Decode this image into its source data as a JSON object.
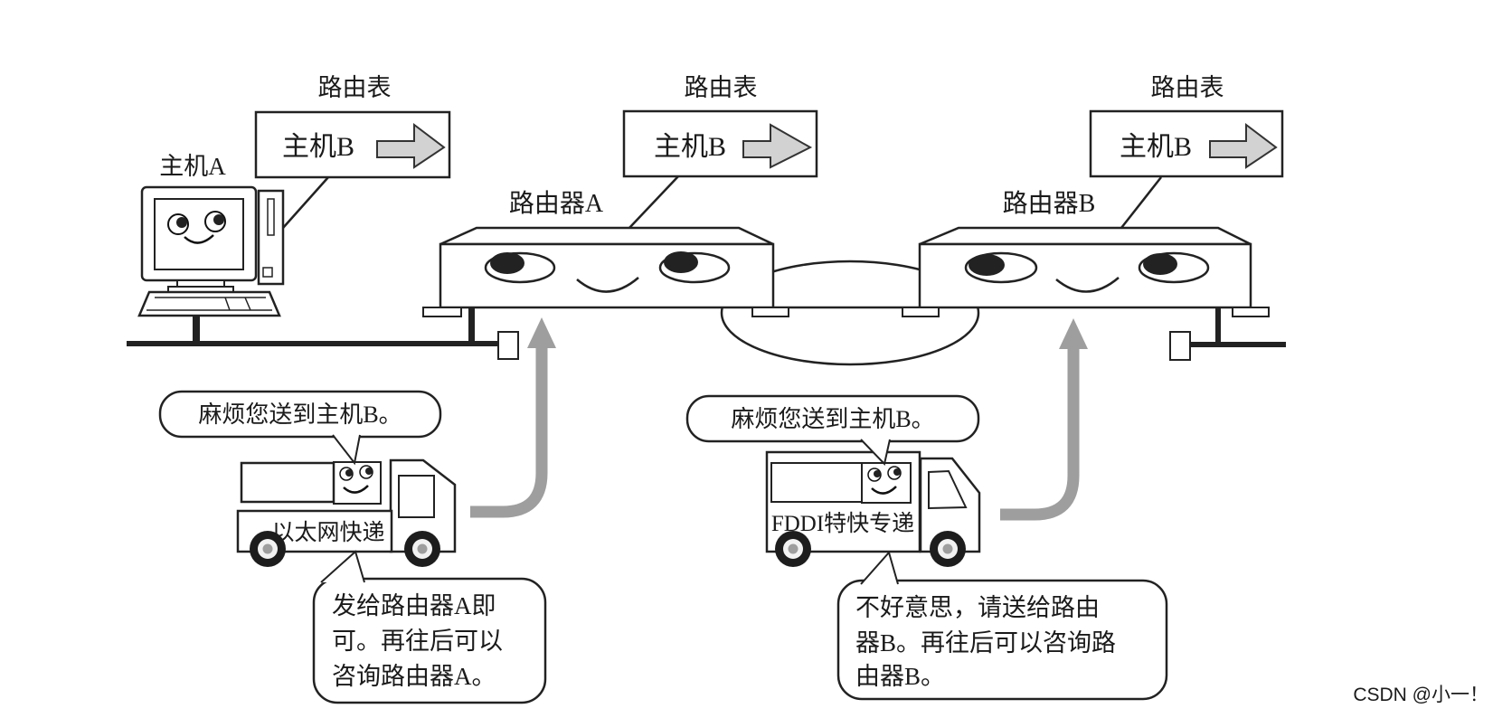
{
  "colors": {
    "ink": "#222222",
    "packet_arrow_gray": "#9e9e9e",
    "screen_gray": "#b3b3b3",
    "truck_face_gray": "#969696",
    "table_arrow_gray": "#d2d2d2",
    "wheel_hub_gray": "#9e9e9e",
    "watermark_gray": "#b5b5b5"
  },
  "host_a": {
    "label": "主机A"
  },
  "routing_table_host_a": {
    "title": "路由表",
    "destination": "主机B"
  },
  "router_a": {
    "label": "路由器A"
  },
  "routing_table_router_a": {
    "title": "路由表",
    "destination": "主机B"
  },
  "router_b": {
    "label": "路由器B"
  },
  "routing_table_router_b": {
    "title": "路由表",
    "destination": "主机B"
  },
  "ethernet_truck": {
    "request_bubble": "麻烦您送到主机B。",
    "side_label": "以太网快递",
    "reply_bubble_lines": [
      "发给路由器A即",
      "可。再往后可以",
      "咨询路由器A。"
    ]
  },
  "fddi_truck": {
    "request_bubble": "麻烦您送到主机B。",
    "side_label": "FDDI特快专递",
    "reply_bubble_lines": [
      "不好意思，请送给路由",
      "器B。再往后可以咨询路",
      "由器B。"
    ]
  },
  "watermark": "CSDN @小一！"
}
